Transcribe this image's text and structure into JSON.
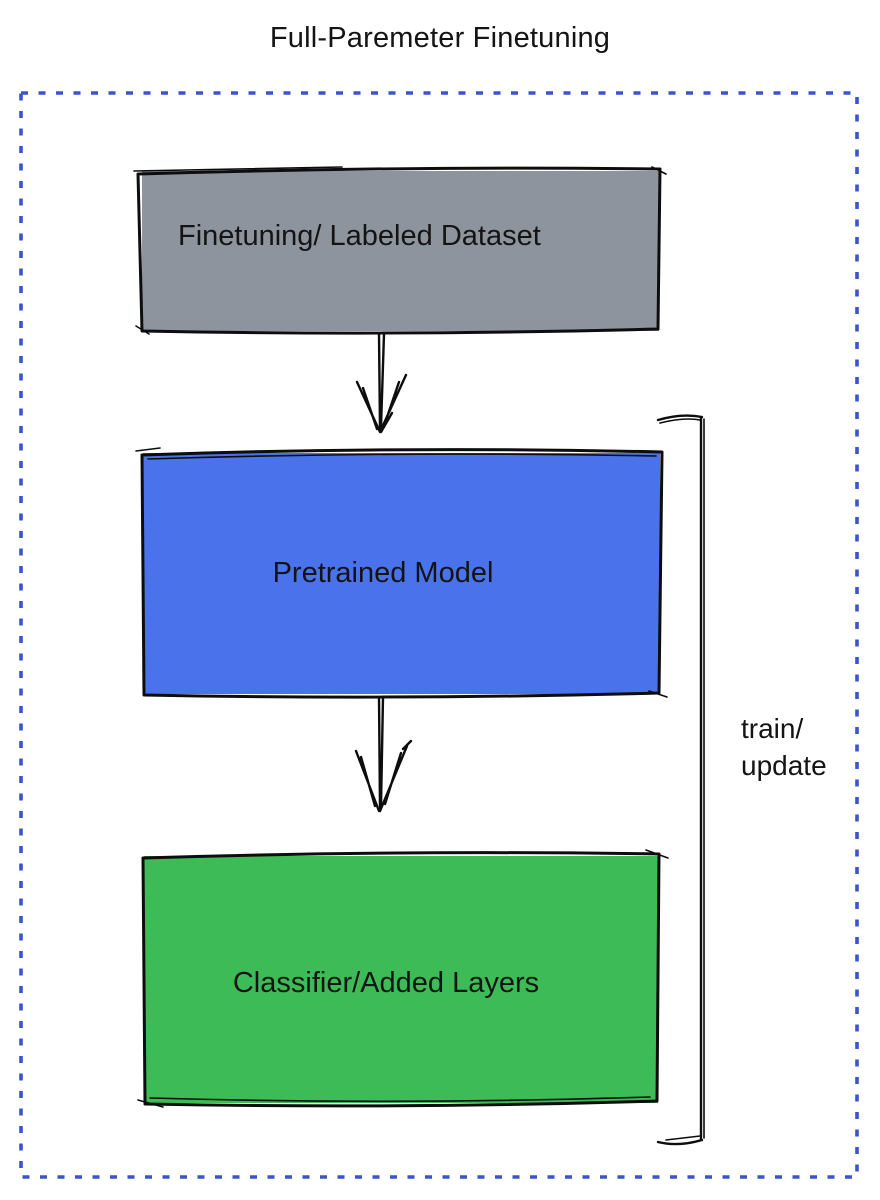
{
  "title": "Full-Paremeter Finetuning",
  "diagram": {
    "boxes": [
      {
        "label": "Finetuning/ Labeled Dataset",
        "color": "#8D949E"
      },
      {
        "label": "Pretrained Model",
        "color": "#4A72EA"
      },
      {
        "label": "Classifier/Added Layers",
        "color": "#3DBB57"
      }
    ],
    "bracket_label_lines": [
      "train/",
      "update"
    ]
  },
  "colors": {
    "title_text": "#3A4FD6",
    "frame": "#3B53CB",
    "box_text": "#141414",
    "sketch_stroke": "#0D0D0D"
  }
}
